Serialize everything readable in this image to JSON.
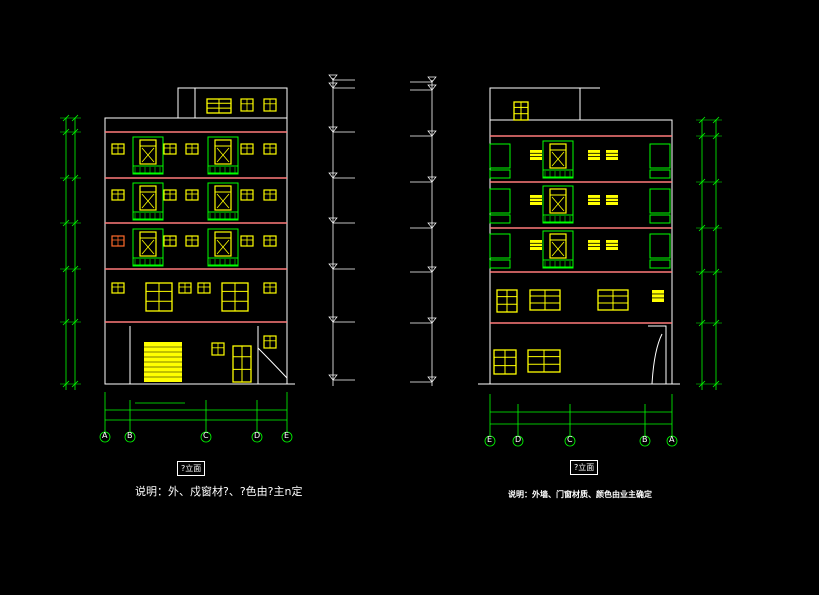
{
  "drawing": {
    "background": "#000000",
    "colors": {
      "outline": "#ffffff",
      "window": "#ffff00",
      "frame": "#00ff00",
      "floor_band": "#ff7b7b",
      "dim": "#00ff00",
      "highlight_window": "#ff6a2a"
    }
  },
  "left_elevation": {
    "title": "?立面",
    "note": "说明：外、戍窗材?、?色由?主n定",
    "axis_labels": [
      "A",
      "B",
      "C",
      "D",
      "E"
    ]
  },
  "right_elevation": {
    "title": "?立面",
    "note": "说明：外墙、门窗材质、颜色由业主确定",
    "axis_labels": [
      "E",
      "D",
      "C",
      "B",
      "A"
    ]
  }
}
